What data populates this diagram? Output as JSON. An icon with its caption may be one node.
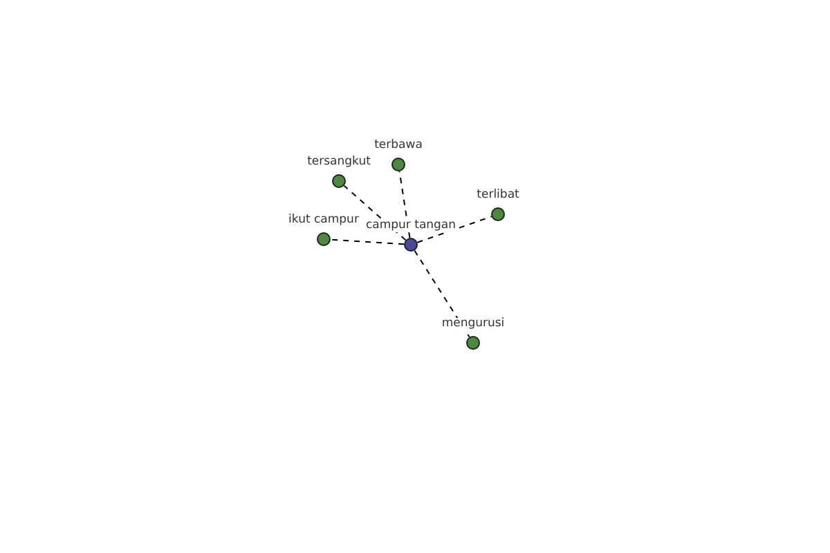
{
  "diagram": {
    "nodes": [
      {
        "text": [
          "campur tangan"
        ]
      },
      {
        "text": [
          "terbawa"
        ]
      },
      {
        "text": [
          "tersangkut"
        ]
      },
      {
        "text": [
          "terlibat"
        ]
      },
      {
        "text": [
          "ikut campur"
        ]
      },
      {
        "text": [
          "mengurusi"
        ]
      }
    ],
    "edges": [
      {
        "from": 0,
        "to": 1,
        "arrow": "none",
        "style": "dashed"
      },
      {
        "from": 0,
        "to": 2,
        "arrow": "none",
        "style": "dashed"
      },
      {
        "from": 0,
        "to": 3,
        "arrow": "none",
        "style": "dashed"
      },
      {
        "from": 0,
        "to": 4,
        "arrow": "none",
        "style": "dashed"
      },
      {
        "from": 0,
        "to": 5,
        "arrow": "none",
        "style": "dashed"
      }
    ]
  }
}
